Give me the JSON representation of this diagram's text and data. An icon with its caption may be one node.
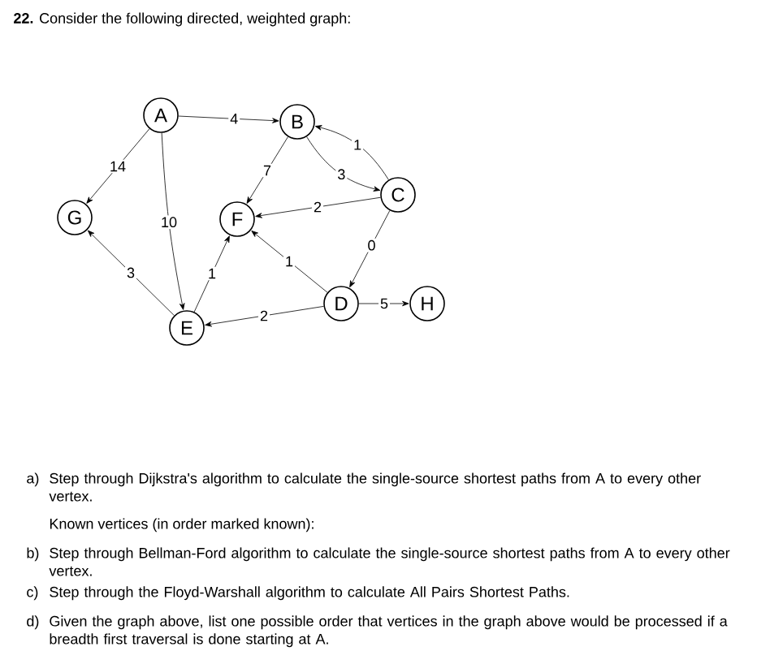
{
  "diagram": {
    "title": "**22.** Consider the following directed, weighted graph:",
    "nodes": [
      {
        "text": [
          "A"
        ]
      },
      {
        "text": [
          "B"
        ]
      },
      {
        "text": [
          "C"
        ]
      },
      {
        "text": [
          "G"
        ]
      },
      {
        "text": [
          "F"
        ]
      },
      {
        "text": [
          "D"
        ]
      },
      {
        "text": [
          "H"
        ]
      },
      {
        "text": [
          "E"
        ]
      }
    ],
    "edges": [
      {
        "from": 0,
        "to": 1,
        "arrow": "to",
        "label": "4"
      },
      {
        "from": 0,
        "to": 3,
        "arrow": "to",
        "label": "14"
      },
      {
        "from": 0,
        "to": 7,
        "arrow": "to",
        "label": "10"
      },
      {
        "from": 1,
        "to": 4,
        "arrow": "to",
        "label": "7"
      },
      {
        "from": 1,
        "to": 2,
        "arrow": "to",
        "label": "3"
      },
      {
        "from": 2,
        "to": 1,
        "arrow": "to",
        "label": "1"
      },
      {
        "from": 2,
        "to": 4,
        "arrow": "to",
        "label": "2"
      },
      {
        "from": 2,
        "to": 5,
        "arrow": "to",
        "label": "0"
      },
      {
        "from": 5,
        "to": 4,
        "arrow": "to",
        "label": "1"
      },
      {
        "from": 5,
        "to": 7,
        "arrow": "to",
        "label": "2"
      },
      {
        "from": 5,
        "to": 6,
        "arrow": "to",
        "label": "5"
      },
      {
        "from": 7,
        "to": 3,
        "arrow": "to",
        "label": "3"
      },
      {
        "from": 7,
        "to": 4,
        "arrow": "to",
        "label": "1"
      }
    ],
    "labels": [
      "a)",
      "Step through Dijkstra's algorithm to calculate the single-source shortest paths from A to every other vertex.",
      "Known vertices (in order marked known):",
      "b)",
      "Step through Bellman-Ford algorithm to calculate the single-source shortest paths from A to every other vertex.",
      "c)",
      "Step through the Floyd-Warshall algorithm to calculate All Pairs Shortest Paths.",
      "d)",
      "Given the graph above, list one possible order that vertices in the graph above would be processed if a breadth first traversal is done starting at A."
    ]
  }
}
